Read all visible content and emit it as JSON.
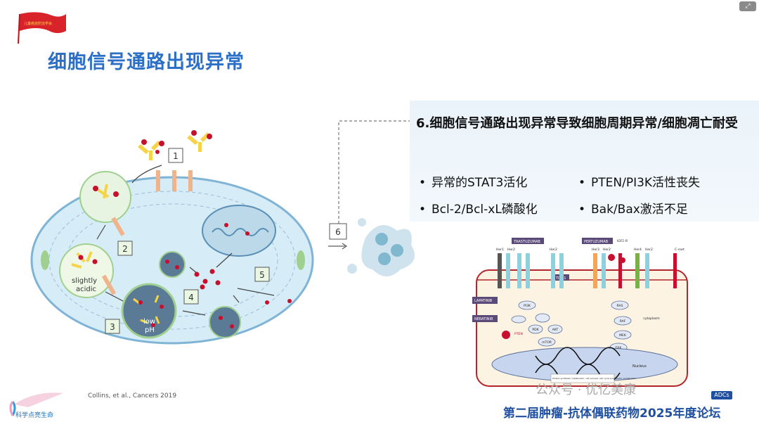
{
  "slide": {
    "title": "细胞信号通路出现异常",
    "flag_text": "儿童癌症防治学会"
  },
  "panel": {
    "heading": "6.细胞信号通路出现异常导致细胞周期异常/细胞凋亡耐受",
    "bullets": [
      "异常的STAT3活化",
      "PTEN/PI3K活性丧失",
      "Bcl-2/Bcl-xL磷酸化",
      "Bak/Bax激活不足"
    ],
    "bullet_marker": "•"
  },
  "cell_diagram": {
    "steps": [
      "1",
      "2",
      "3",
      "4",
      "5"
    ],
    "label_slightly": "slightly",
    "label_acidic": "acidic",
    "label_low": "low",
    "label_ph": "pH"
  },
  "connector": {
    "step": "6"
  },
  "pathway_figure": {
    "drugs": [
      "TRASTUZUMAB",
      "PERTUZUMAB",
      "LAPATINIB",
      "NERATINIB",
      "TDM1"
    ],
    "receptors": [
      "Her1",
      "Her2",
      "Her2",
      "Her3",
      "Her2",
      "Her4",
      "Her2"
    ],
    "markers": [
      "IGF1-R",
      "C-met"
    ],
    "nodes": [
      "PI3K",
      "AKT",
      "PDK",
      "mTOR",
      "PTEN",
      "RAS",
      "RAF",
      "MEK",
      "ERK"
    ],
    "cytoplasm": "cytoplasm",
    "nucleus": "Nucleus",
    "nucleus_caption": "Protein synthesis, metabolism, cell survival, cell cycle progression, proliferation"
  },
  "footer": {
    "citation": "Collins, et al., Cancers  2019",
    "forum": "第二届肿瘤-抗体偶联药物2025年度论坛",
    "forum_badge": "ADCs",
    "watermark": "公众号 · 优亿美康",
    "logo_text": "科学点亮生命"
  },
  "colors": {
    "title": "#2c6fc7",
    "panel_bg": "#eaf3fa",
    "cell_fill": "#d6ecf6",
    "cell_outline": "#7fb4d6",
    "red_dots": "#c8102e",
    "yellow_antibody": "#f5d44a",
    "forum_text": "#1f4fa0"
  }
}
